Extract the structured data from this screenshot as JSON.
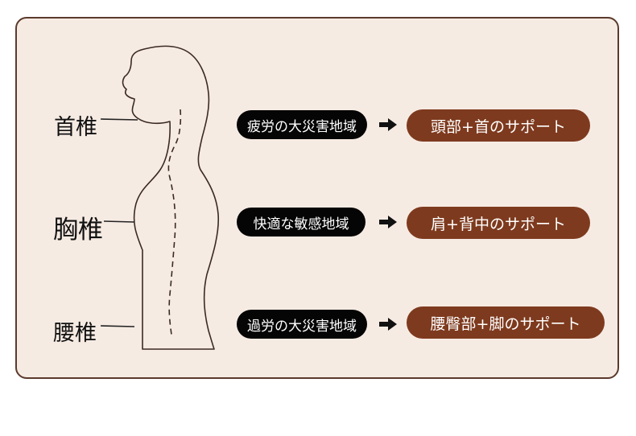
{
  "labels": {
    "neck": "首椎",
    "chest": "胸椎",
    "lumbar": "腰椎"
  },
  "rows": [
    {
      "region": "疲労の大災害地域",
      "support": "頭部+首のサポート"
    },
    {
      "region": "快適な敏感地域",
      "support": "肩+背中のサポート"
    },
    {
      "region": "過労の大災害地域",
      "support": "腰臀部+脚のサポート"
    }
  ],
  "icons": {
    "arrow": "right-arrow-icon"
  },
  "colors": {
    "card_bg": "#f6ebe3",
    "card_border": "#5a3a2c",
    "dark_pill": "#050505",
    "brown_pill": "#7e3a1e",
    "outline": "#3a2a22"
  }
}
